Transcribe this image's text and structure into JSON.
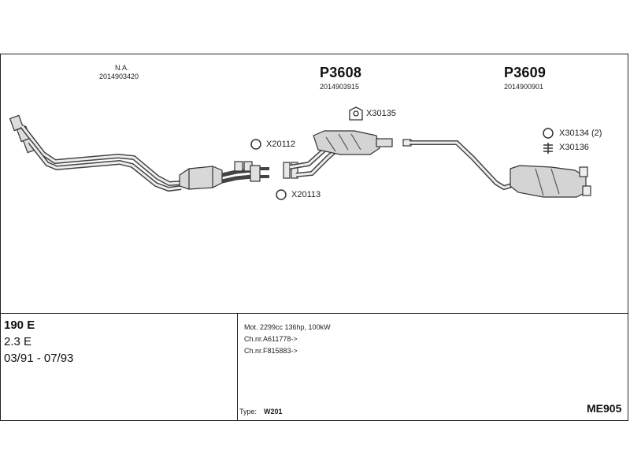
{
  "parts": {
    "na": {
      "name": "N.A.",
      "number": "2014903420"
    },
    "p3608": {
      "name": "P3608",
      "number": "2014903915"
    },
    "p3609": {
      "name": "P3609",
      "number": "2014900901"
    }
  },
  "fittings": {
    "x30135": "X30135",
    "x20112": "X20112",
    "x20113": "X20113",
    "x30134": "X30134 (2)",
    "x30136": "X30136"
  },
  "vehicle": {
    "model": "190 E",
    "engine": "2.3 E",
    "years": "03/91 - 07/93"
  },
  "specs": {
    "motor": "Mot. 2299cc 136hp, 100kW",
    "chassis1": "Ch.nr.A611778->",
    "chassis2": "Ch.nr.F815883->",
    "type_label": "Type:",
    "type_value": "W201",
    "code": "ME905"
  }
}
